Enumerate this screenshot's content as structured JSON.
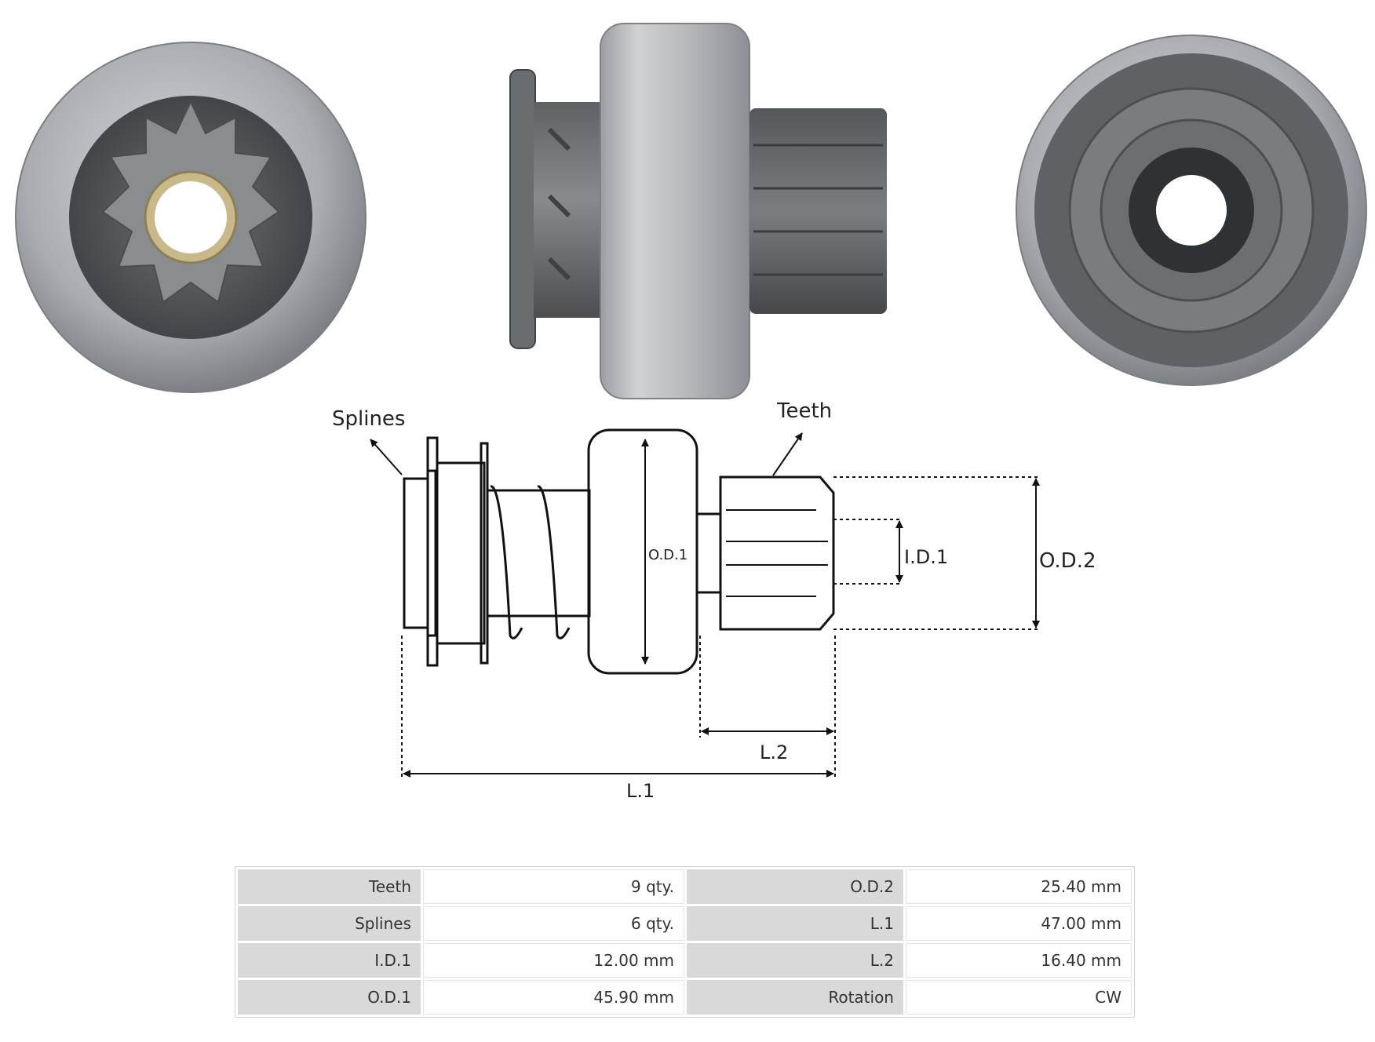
{
  "diagram": {
    "callouts": {
      "splines": "Splines",
      "teeth": "Teeth"
    },
    "dimensions": {
      "od1": "O.D.1",
      "id1": "I.D.1",
      "od2": "O.D.2",
      "l1": "L.1",
      "l2": "L.2"
    }
  },
  "specs": {
    "rows": [
      [
        {
          "label": "Teeth",
          "value": "9 qty."
        },
        {
          "label": "O.D.2",
          "value": "25.40 mm"
        }
      ],
      [
        {
          "label": "Splines",
          "value": "6 qty."
        },
        {
          "label": "L.1",
          "value": "47.00 mm"
        }
      ],
      [
        {
          "label": "I.D.1",
          "value": "12.00 mm"
        },
        {
          "label": "L.2",
          "value": "16.40 mm"
        }
      ],
      [
        {
          "label": "O.D.1",
          "value": "45.90 mm"
        },
        {
          "label": "Rotation",
          "value": "CW"
        }
      ]
    ]
  }
}
